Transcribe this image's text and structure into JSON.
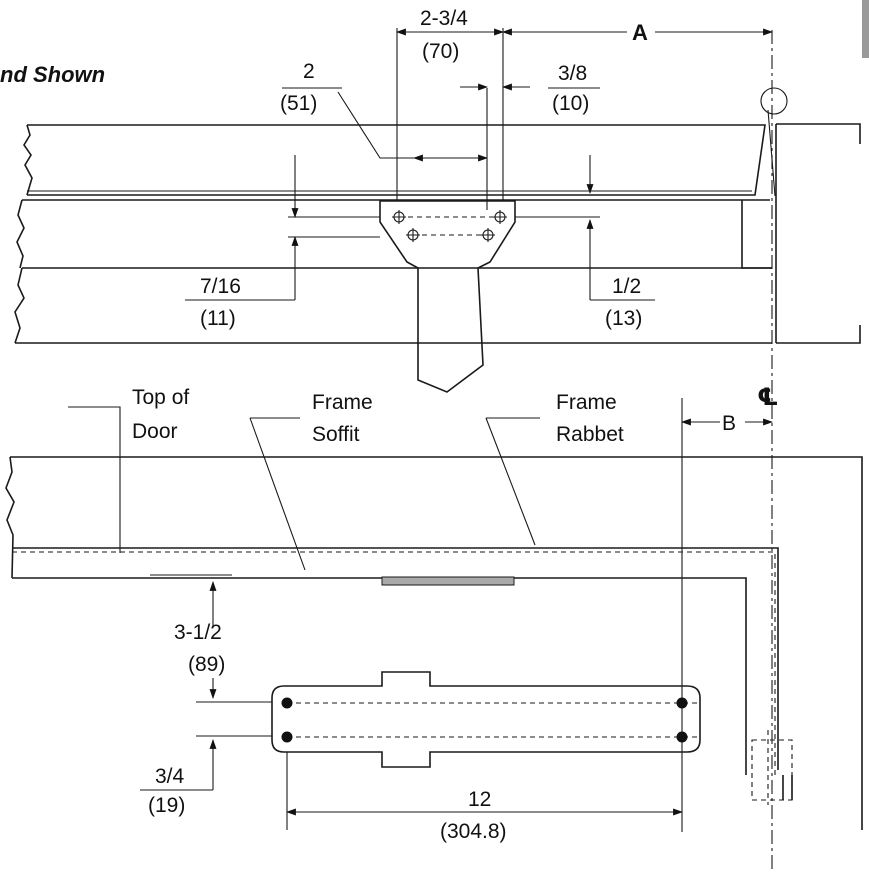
{
  "title": "nd Shown",
  "dimensions": {
    "top_spacing": {
      "frac": "2-3/4",
      "mm": "(70)"
    },
    "hole_offset_left": {
      "frac": "2",
      "mm": "(51)"
    },
    "hole_offset_right": {
      "frac": "3/8",
      "mm": "(10)"
    },
    "dim_A": "A",
    "plate_left_drop": {
      "frac": "7/16",
      "mm": "(11)"
    },
    "plate_right_drop": {
      "frac": "1/2",
      "mm": "(13)"
    },
    "dim_B": "B",
    "soffit_drop": {
      "frac": "3-1/2",
      "mm": "(89)"
    },
    "body_height": {
      "frac": "3/4",
      "mm": "(19)"
    },
    "body_length": {
      "frac": "12",
      "mm": "(304.8)"
    }
  },
  "labels": {
    "top_of_door_1": "Top of",
    "top_of_door_2": "Door",
    "frame_soffit_1": "Frame",
    "frame_soffit_2": "Soffit",
    "frame_rabbet_1": "Frame",
    "frame_rabbet_2": "Rabbet",
    "centerline": "℄"
  }
}
